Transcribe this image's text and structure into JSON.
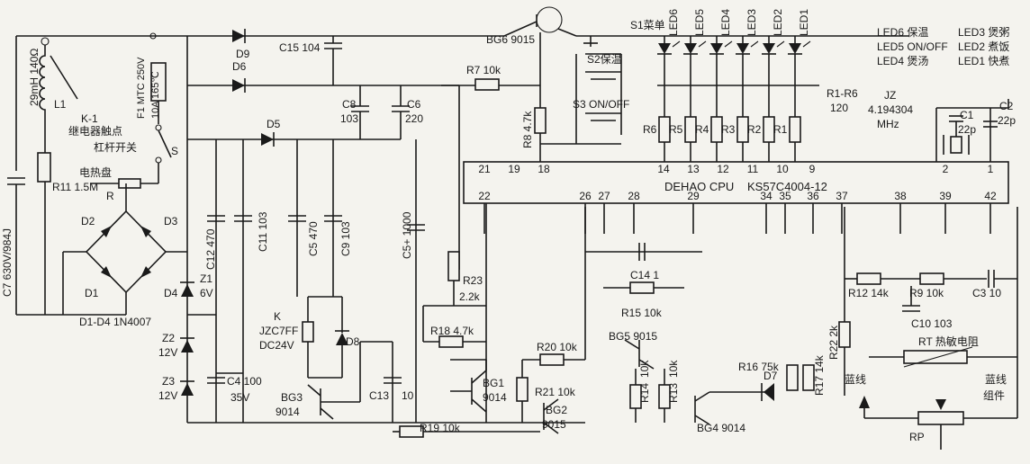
{
  "left": {
    "l1_value": "29mH 140Ω",
    "l1_ref": "L1",
    "relay_contact": "K-1",
    "relay_contact_text": "继电器触点",
    "lever_switch": "杠杆开关",
    "s_ref": "S",
    "heater": "电热盘",
    "r11": "R11 1.5M",
    "r_ref": "R",
    "c7": "C7 630V/984J",
    "f1": "F1 MTC 250V",
    "f1b": "10A 165℃",
    "d2": "D2",
    "d3": "D3",
    "d1": "D1",
    "d4": "D4",
    "diodes": "D1-D4 1N4007"
  },
  "supply": {
    "d9": "D9",
    "d6": "D6",
    "d5": "D5",
    "c15": "C15 104",
    "c8": "C8",
    "c8v": "103",
    "c6": "C6",
    "c6v": "220",
    "c12": "C12 470",
    "c11": "C11 103",
    "c5": "C5 470",
    "c9": "C9 103",
    "c5b": "C5+ 1000",
    "z1": "Z1",
    "z1v": "6V",
    "z2": "Z2",
    "z2v": "12V",
    "z3": "Z3",
    "z3v": "12V",
    "c4": "C4 100",
    "c4v": "35V",
    "k": "K",
    "relay": "JZC7FF",
    "relay_v": "DC24V",
    "d8": "D8",
    "bg3": "BG3",
    "bg3v": "9014",
    "c13": "C13",
    "c13v": "10"
  },
  "control": {
    "bg6": "BG6 9015",
    "r7": "R7 10k",
    "r8": "R8 4.7k",
    "s1": "S1菜单",
    "s2": "S2保温",
    "s3": "S3 ON/OFF",
    "r23": "R23",
    "r23v": "2.2k",
    "r18": "R18 4.7k",
    "r19": "R19 10k",
    "r20": "R20 10k",
    "r21": "R21 10k",
    "bg1": "BG1",
    "bg1v": "9014",
    "bg2": "BG2",
    "bg2v": "9015"
  },
  "leds": {
    "labels": [
      "LED6",
      "LED5",
      "LED4",
      "LED3",
      "LED2",
      "LED1"
    ],
    "resistors": [
      "R6",
      "R5",
      "R4",
      "R3",
      "R2",
      "R1"
    ],
    "r_group": "R1-R6",
    "r_group_v": "120",
    "legend_led6": "LED6 保温",
    "legend_led5": "LED5 ON/OFF",
    "legend_led4": "LED4 煲汤",
    "legend_led3": "LED3 煲粥",
    "legend_led2": "LED2 煮饭",
    "legend_led1": "LED1 快煮"
  },
  "cpu": {
    "label_left": "DEHAO CPU",
    "label_right": "KS57C4004-12",
    "top_pins": [
      "21",
      "19",
      "18",
      "14",
      "13",
      "12",
      "11",
      "10",
      "9",
      "2",
      "1"
    ],
    "bottom_pins": [
      "22",
      "26",
      "27",
      "28",
      "29",
      "34",
      "35",
      "36",
      "37",
      "38",
      "39",
      "42"
    ]
  },
  "osc": {
    "jz": "JZ",
    "freq": "4.194304",
    "unit": "MHz",
    "c1": "C1",
    "c1v": "22p",
    "c2": "C2",
    "c2v": "22p"
  },
  "sensor": {
    "c14": "C14 1",
    "r15": "R15 10k",
    "bg5": "BG5 9015",
    "r14": "R14",
    "r14v": "10k",
    "r13": "R13",
    "r13v": "10k",
    "bg4": "BG4 9014",
    "r16": "R16 75k",
    "d7": "D7",
    "r17": "R17 14k",
    "r12": "R12 14k",
    "r9": "R9 10k",
    "c3": "C3 10",
    "r22": "R22 2k",
    "c10": "C10 103",
    "rt": "RT 热敏电阻",
    "blue1": "蓝线",
    "blue2": "蓝线",
    "assembly": "组件",
    "rp": "RP"
  }
}
